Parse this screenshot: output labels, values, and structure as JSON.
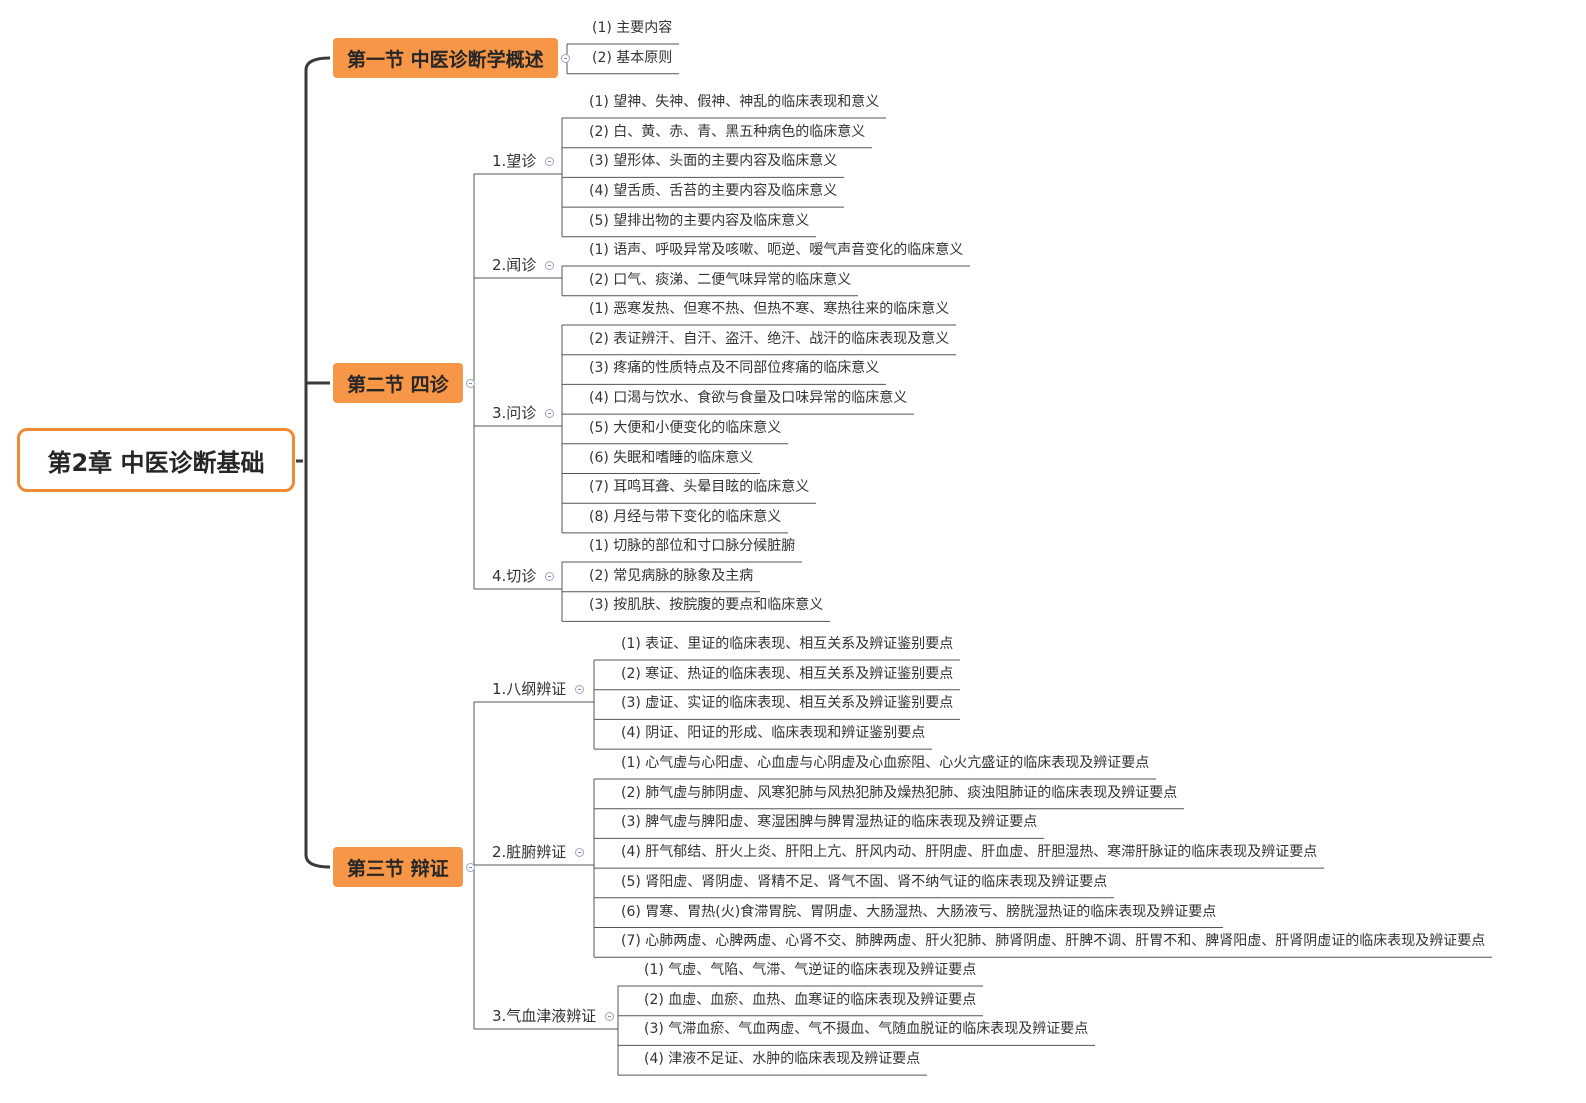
{
  "root": {
    "label": "第2章 中医诊断基础"
  },
  "sections": [
    {
      "label": "第一节 中医诊断学概述",
      "children": [],
      "leaves": [
        "(1) 主要内容",
        "(2) 基本原则"
      ]
    },
    {
      "label": "第二节 四诊",
      "children": [
        {
          "label": "1.望诊",
          "leaves": [
            "(1) 望神、失神、假神、神乱的临床表现和意义",
            "(2) 白、黄、赤、青、黑五种病色的临床意义",
            "(3) 望形体、头面的主要内容及临床意义",
            "(4) 望舌质、舌苔的主要内容及临床意义",
            "(5) 望排出物的主要内容及临床意义"
          ]
        },
        {
          "label": "2.闻诊",
          "leaves": [
            "(1) 语声、呼吸异常及咳嗽、呃逆、嗳气声音变化的临床意义",
            "(2) 口气、痰涕、二便气味异常的临床意义"
          ]
        },
        {
          "label": "3.问诊",
          "leaves": [
            "(1) 恶寒发热、但寒不热、但热不寒、寒热往来的临床意义",
            "(2) 表证辨汗、自汗、盗汗、绝汗、战汗的临床表现及意义",
            "(3) 疼痛的性质特点及不同部位疼痛的临床意义",
            "(4) 口渴与饮水、食欲与食量及口味异常的临床意义",
            "(5) 大便和小便变化的临床意义",
            "(6) 失眠和嗜睡的临床意义",
            "(7) 耳鸣耳聋、头晕目眩的临床意义",
            "(8) 月经与带下变化的临床意义"
          ]
        },
        {
          "label": "4.切诊",
          "leaves": [
            "(1) 切脉的部位和寸口脉分候脏腑",
            "(2) 常见病脉的脉象及主病",
            "(3) 按肌肤、按脘腹的要点和临床意义"
          ]
        }
      ]
    },
    {
      "label": "第三节 辩证",
      "children": [
        {
          "label": "1.八纲辨证",
          "leaves": [
            "(1) 表证、里证的临床表现、相互关系及辨证鉴别要点",
            "(2) 寒证、热证的临床表现、相互关系及辨证鉴别要点",
            "(3) 虚证、实证的临床表现、相互关系及辨证鉴别要点",
            "(4) 阴证、阳证的形成、临床表现和辨证鉴别要点"
          ]
        },
        {
          "label": "2.脏腑辨证",
          "leaves": [
            "(1) 心气虚与心阳虚、心血虚与心阴虚及心血瘀阻、心火亢盛证的临床表现及辨证要点",
            "(2) 肺气虚与肺阴虚、风寒犯肺与风热犯肺及燥热犯肺、痰浊阻肺证的临床表现及辨证要点",
            "(3) 脾气虚与脾阳虚、寒湿困脾与脾胃湿热证的临床表现及辨证要点",
            "(4) 肝气郁结、肝火上炎、肝阳上亢、肝风内动、肝阴虚、肝血虚、肝胆湿热、寒滞肝脉证的临床表现及辨证要点",
            "(5) 肾阳虚、肾阴虚、肾精不足、肾气不固、肾不纳气证的临床表现及辨证要点",
            "(6) 胃寒、胃热(火)食滞胃脘、胃阴虚、大肠湿热、大肠液亏、膀胱湿热证的临床表现及辨证要点",
            "(7) 心肺两虚、心脾两虚、心肾不交、肺脾两虚、肝火犯肺、肺肾阴虚、肝脾不调、肝胃不和、脾肾阳虚、肝肾阴虚证的临床表现及辨证要点"
          ]
        },
        {
          "label": "3.气血津液辨证",
          "leaves": [
            "(1) 气虚、气陷、气滞、气逆证的临床表现及辨证要点",
            "(2) 血虚、血瘀、血热、血寒证的临床表现及辨证要点",
            "(3) 气滞血瘀、气血两虚、气不摄血、气随血脱证的临床表现及辨证要点",
            "(4) 津液不足证、水肿的临床表现及辨证要点"
          ]
        }
      ]
    }
  ]
}
